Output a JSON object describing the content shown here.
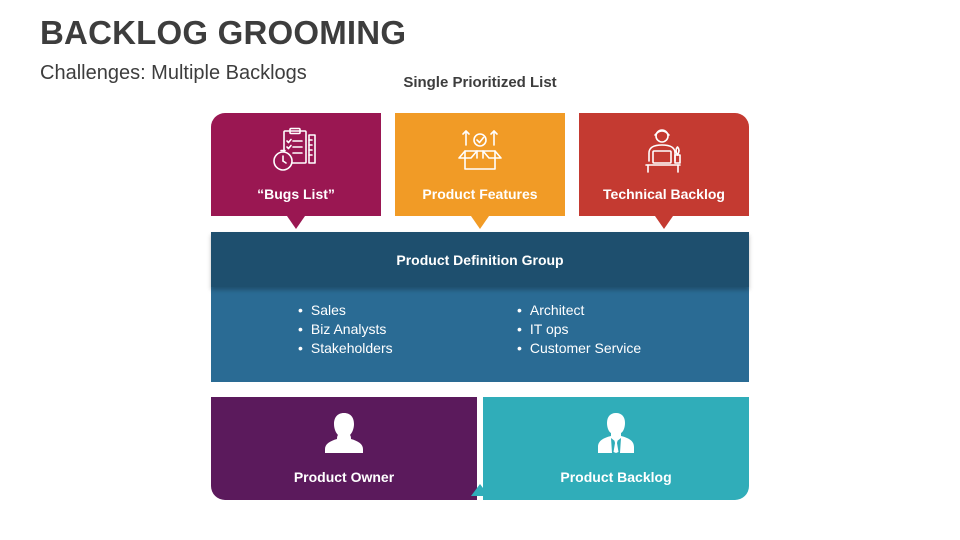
{
  "header": {
    "title": "BACKLOG GROOMING",
    "subtitle": "Challenges: Multiple Backlogs",
    "list_label": "Single Prioritized List"
  },
  "cards": [
    {
      "label": "“Bugs List”",
      "icon": "clipboard-stopwatch-icon",
      "color": "#9a1752"
    },
    {
      "label": "Product Features",
      "icon": "open-box-checkmark-icon",
      "color": "#f19b26"
    },
    {
      "label": "Technical Backlog",
      "icon": "developer-at-laptop-icon",
      "color": "#c43a31"
    }
  ],
  "group": {
    "title": "Product Definition Group",
    "left_items": [
      "Sales",
      "Biz Analysts",
      "Stakeholders"
    ],
    "right_items": [
      "Architect",
      "IT ops",
      "Customer Service"
    ],
    "header_color": "#1e4f6e",
    "body_color": "#2a6b94"
  },
  "bottom": [
    {
      "label": "Product Owner",
      "icon": "person-silhouette-icon",
      "color": "#5b1a5c"
    },
    {
      "label": "Product Backlog",
      "icon": "businessman-silhouette-icon",
      "color": "#30adb9"
    }
  ]
}
